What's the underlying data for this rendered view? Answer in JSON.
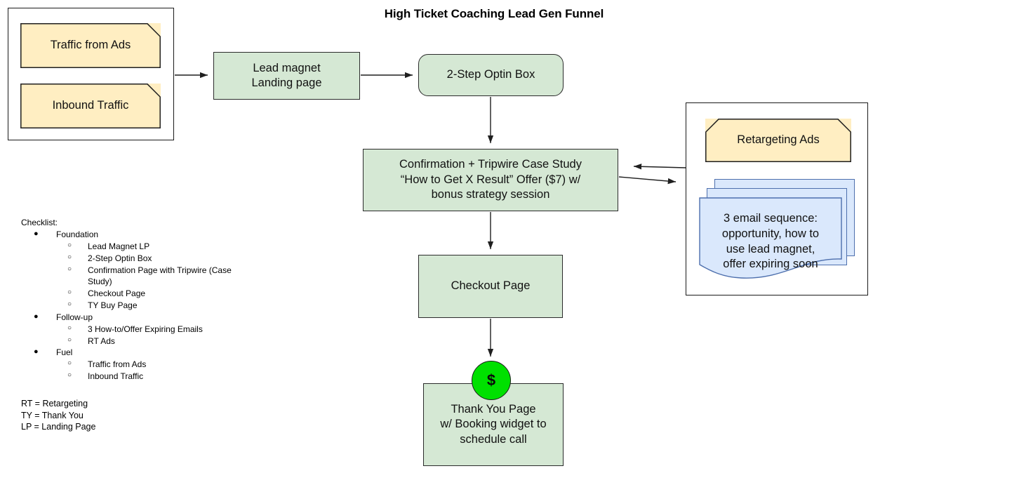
{
  "title": "High Ticket Coaching Lead Gen Funnel",
  "traffic_group": {
    "name": "traffic-sources-container",
    "items": [
      {
        "label": "Traffic from Ads"
      },
      {
        "label": "Inbound Traffic"
      }
    ]
  },
  "flow": {
    "lead_magnet": "Lead magnet\nLanding page",
    "lead_magnet_line1": "Lead magnet",
    "lead_magnet_line2": "Landing page",
    "optin": "2-Step Optin Box",
    "confirmation_line1": "Confirmation + Tripwire Case Study",
    "confirmation_line2": "“How to Get X Result” Offer ($7) w/",
    "confirmation_line3": "bonus strategy session",
    "checkout": "Checkout Page",
    "thankyou_line1": "Thank You Page",
    "thankyou_line2": "w/ Booking widget to",
    "thankyou_line3": "schedule call",
    "dollar_badge": "$"
  },
  "retargeting_group": {
    "name": "retargeting-container",
    "ads_label": "Retargeting Ads",
    "email_line1": "3 email sequence:",
    "email_line2": "opportunity, how to",
    "email_line3": "use lead magnet,",
    "email_line4": "offer expiring soon"
  },
  "checklist": {
    "heading": "Checklist:",
    "sections": [
      {
        "label": "Foundation",
        "items": [
          "Lead Magnet LP",
          "2-Step Optin Box",
          "Confirmation Page with Tripwire (Case Study)",
          "Checkout Page",
          "TY Buy Page"
        ]
      },
      {
        "label": "Follow-up",
        "items": [
          "3 How-to/Offer Expiring Emails",
          "RT Ads"
        ]
      },
      {
        "label": "Fuel",
        "items": [
          "Traffic from Ads",
          "Inbound Traffic"
        ]
      }
    ]
  },
  "legend": {
    "line1": "RT = Retargeting",
    "line2": "TY = Thank You",
    "line3": "LP = Landing Page"
  },
  "colors": {
    "process_fill": "#d5e8d4",
    "note_fill": "#ffeec2",
    "email_fill": "#dae8fc",
    "badge_fill": "#00e000",
    "stroke": "#2b2b2b",
    "canvas": "#ffffff"
  }
}
